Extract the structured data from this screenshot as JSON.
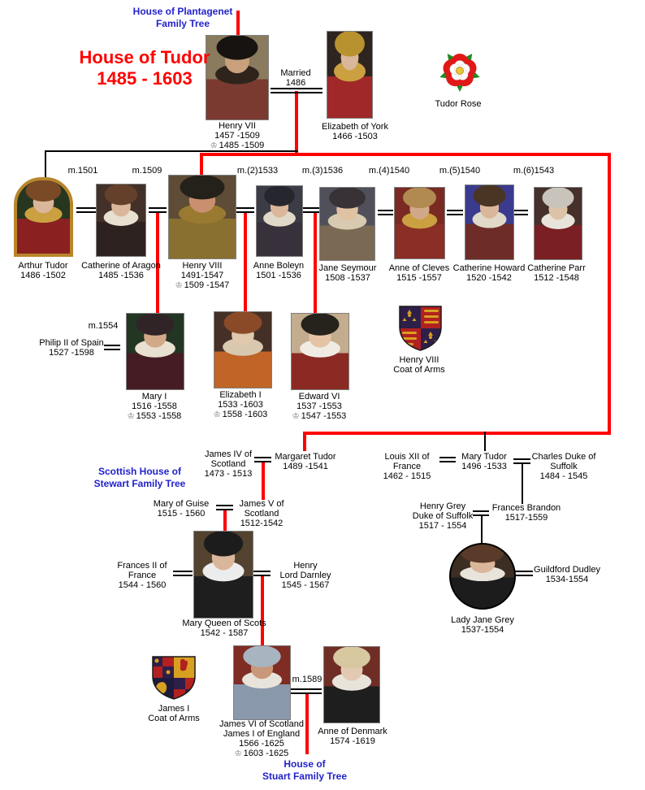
{
  "colors": {
    "accent_red": "#ff0000",
    "link_blue": "#2222cc",
    "line_black": "#000000",
    "rose_red": "#e01818",
    "shield_blue": "#2e1f4a",
    "shield_red": "#b22020",
    "shield_gold": "#d8a020"
  },
  "icons": {
    "crown": "♔"
  },
  "title": {
    "line1": "House of Tudor",
    "line2": "1485 - 1603"
  },
  "links": {
    "plantagenet": {
      "line1": "House of Plantagenet",
      "line2": "Family Tree"
    },
    "stewart": {
      "line1": "Scottish House of",
      "line2": "Stewart Family Tree"
    },
    "stuart": {
      "line1": "House of",
      "line2": "Stuart Family Tree"
    }
  },
  "labels": {
    "married_line1": "Married",
    "married_line2": "1486",
    "tudor_rose": "Tudor Rose",
    "m1554": "m.1554",
    "m1589": "m.1589",
    "marriages_row2": [
      "m.1501",
      "m.1509",
      "m.(2)1533",
      "m.(3)1536",
      "m.(4)1540",
      "m.(5)1540",
      "m.(6)1543"
    ]
  },
  "coats": {
    "henry8": {
      "line1": "Henry VIII",
      "line2": "Coat of Arms"
    },
    "james1": {
      "line1": "James I",
      "line2": "Coat of Arms"
    }
  },
  "persons": {
    "henry7": {
      "line1": "Henry VII",
      "line2": "1457 -1509",
      "reign": "1485 -1509"
    },
    "elizabeth_york": {
      "line1": "Elizabeth of York",
      "line2": "1466 -1503"
    },
    "arthur": {
      "line1": "Arthur Tudor",
      "line2": "1486 -1502"
    },
    "catherine_aragon": {
      "line1": "Catherine of Aragon",
      "line2": "1485 -1536"
    },
    "henry8": {
      "line1": "Henry VIII",
      "line2": "1491-1547",
      "reign": "1509 -1547"
    },
    "anne_boleyn": {
      "line1": "Anne Boleyn",
      "line2": "1501 -1536"
    },
    "jane_seymour": {
      "line1": "Jane Seymour",
      "line2": "1508 -1537"
    },
    "anne_cleves": {
      "line1": "Anne of Cleves",
      "line2": "1515 -1557"
    },
    "catherine_howard": {
      "line1": "Catherine Howard",
      "line2": "1520 -1542"
    },
    "catherine_parr": {
      "line1": "Catherine Parr",
      "line2": "1512 -1548"
    },
    "philip2": {
      "line1": "Philip II of Spain",
      "line2": "1527 -1598"
    },
    "mary1": {
      "line1": "Mary I",
      "line2": "1516 -1558",
      "reign": "1553 -1558"
    },
    "elizabeth1": {
      "line1": "Elizabeth I",
      "line2": "1533 -1603",
      "reign": "1558 -1603"
    },
    "edward6": {
      "line1": "Edward VI",
      "line2": "1537 -1553",
      "reign": "1547 -1553"
    },
    "james4": {
      "line1": "James IV of",
      "line2": "Scotland",
      "line3": "1473 - 1513"
    },
    "margaret": {
      "line1": "Margaret Tudor",
      "line2": "1489 -1541"
    },
    "louis12": {
      "line1": "Louis XII of",
      "line2": "France",
      "line3": "1462 - 1515"
    },
    "mary_tudor": {
      "line1": "Mary Tudor",
      "line2": "1496 -1533"
    },
    "charles_suffolk": {
      "line1": "Charles Duke of",
      "line2": "Suffolk",
      "line3": "1484 - 1545"
    },
    "mary_guise": {
      "line1": "Mary of Guise",
      "line2": "1515 - 1560"
    },
    "james5": {
      "line1": "James V of",
      "line2": "Scotland",
      "line3": "1512-1542"
    },
    "henry_grey": {
      "line1": "Henry Grey",
      "line2": "Duke of Suffolk",
      "line3": "1517 - 1554"
    },
    "frances_brandon": {
      "line1": "Frances Brandon",
      "line2": "1517-1559"
    },
    "frances2": {
      "line1": "Frances II of",
      "line2": "France",
      "line3": "1544 - 1560"
    },
    "mary_qos": {
      "line1": "Mary Queen of Scots",
      "line2": "1542 - 1587"
    },
    "darnley": {
      "line1": "Henry",
      "line2": "Lord Darnley",
      "line3": "1545 - 1567"
    },
    "lady_jane": {
      "line1": "Lady Jane Grey",
      "line2": "1537-1554"
    },
    "guildford": {
      "line1": "Guildford Dudley",
      "line2": "1534-1554"
    },
    "james6": {
      "line1": "James VI of Scotland",
      "line2": "James I of England",
      "line3": "1566 -1625",
      "reign": "1603 -1625"
    },
    "anne_denmark": {
      "line1": "Anne of Denmark",
      "line2": "1574 -1619"
    }
  }
}
